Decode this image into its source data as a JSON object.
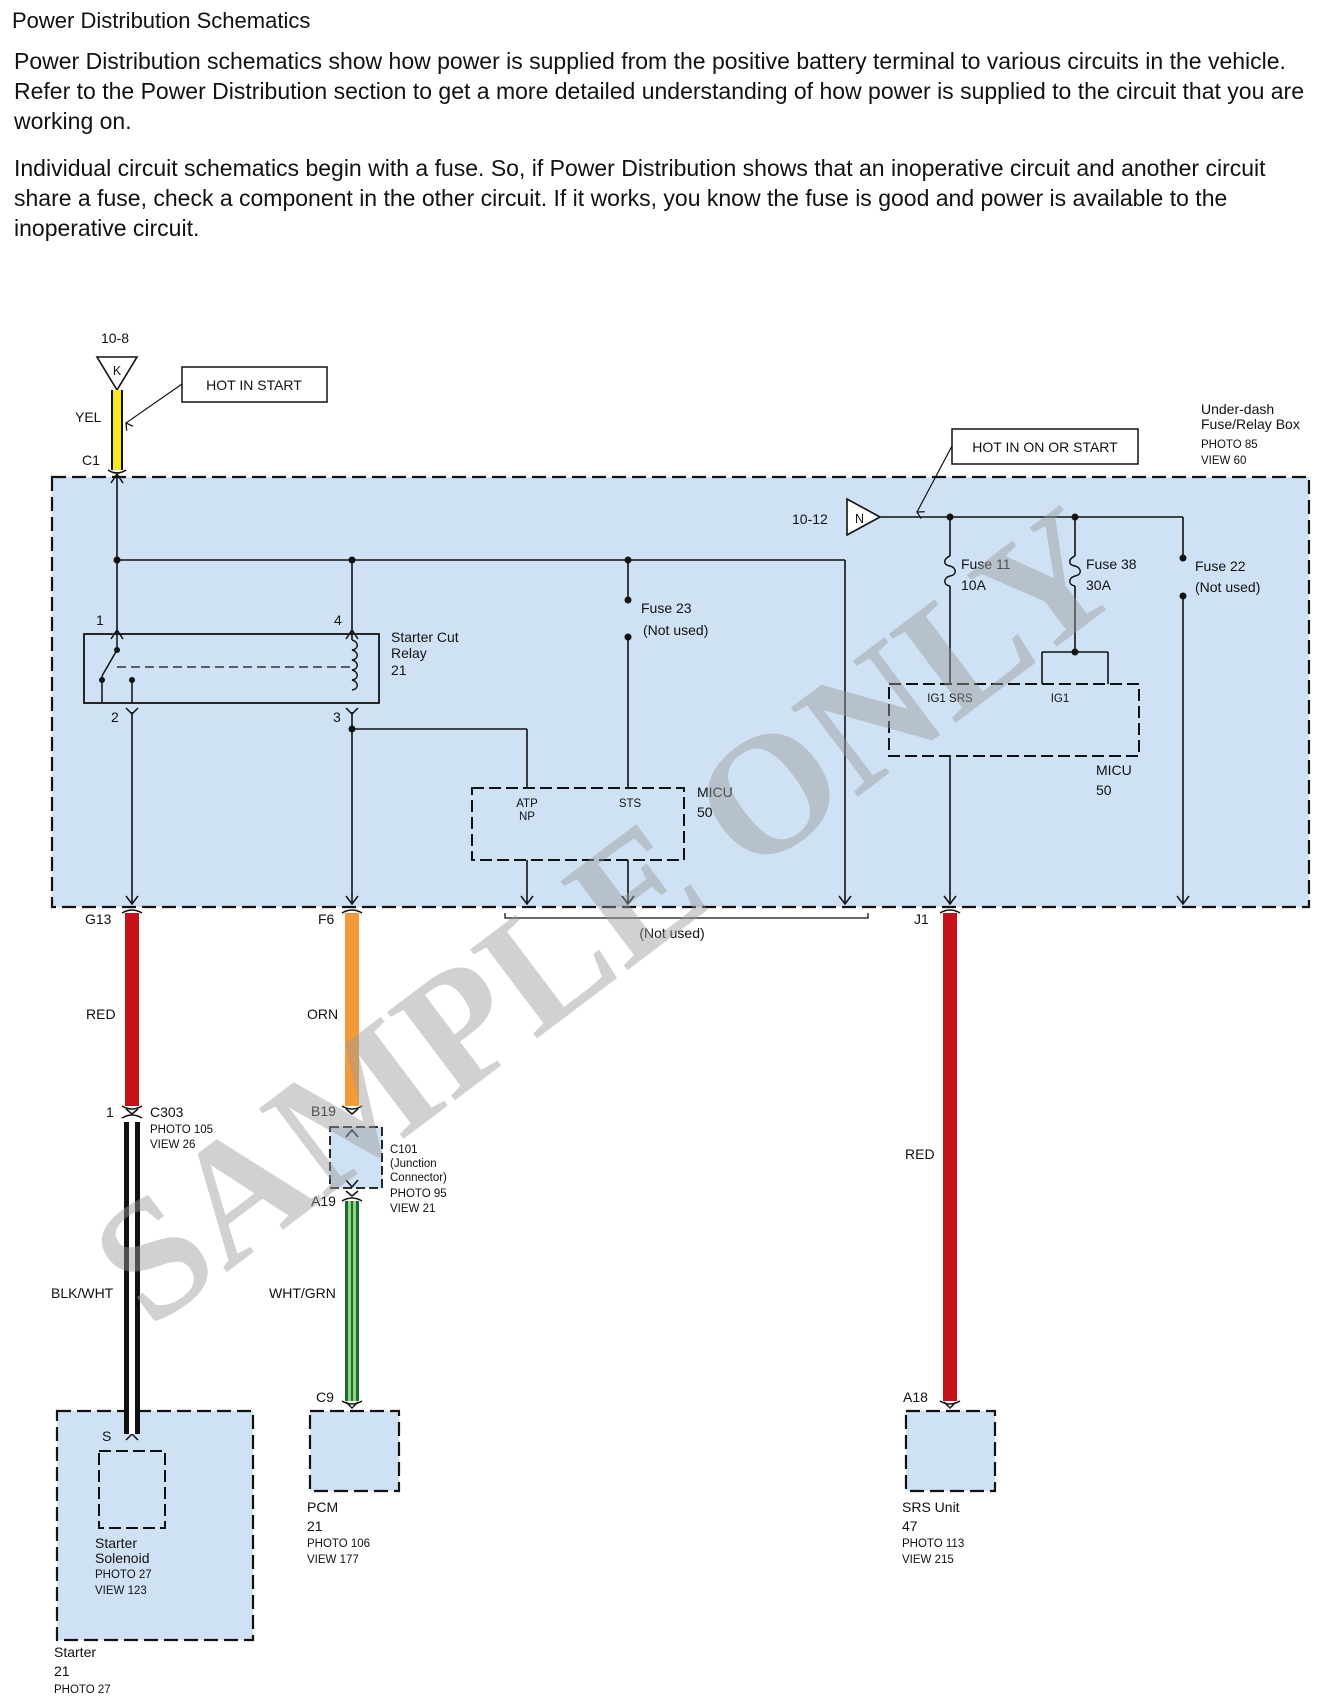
{
  "header": {
    "title": "Power Distribution Schematics",
    "paragraph1": "Power Distribution schematics show how power is supplied from the positive battery terminal to various circuits in the vehicle. Refer to the Power Distribution section to get a more detailed understanding of how power is supplied to the circuit that you are working on.",
    "paragraph2": "Individual circuit schematics begin with a fuse. So, if Power Distribution shows that an inoperative circuit and another circuit share a fuse, check a component in the other circuit. If it works, you know the fuse is good and power is available to the inoperative circuit."
  },
  "colors": {
    "box_fill": "#cfe2f5",
    "wire_yellow": "#f4e81e",
    "wire_red": "#c8101a",
    "wire_orange": "#f59a3a",
    "wire_green": "#2e9a3a",
    "wire_black": "#111111",
    "watermark": "#9a9a9a"
  },
  "diagram": {
    "watermark": "SAMPLE ONLY",
    "top_input": {
      "ref": "10-8",
      "letter": "K",
      "wire": "YEL",
      "connector": "C1",
      "callout": "HOT IN START"
    },
    "n_input": {
      "ref": "10-12",
      "letter": "N",
      "callout": "HOT IN ON OR START"
    },
    "fuse_box": {
      "line1": "Under-dash",
      "line2": "Fuse/Relay Box",
      "photo": "PHOTO 85",
      "view": "VIEW 60"
    },
    "relay": {
      "line1": "Starter Cut",
      "line2": "Relay",
      "num": "21",
      "pin1": "1",
      "pin2": "2",
      "pin3": "3",
      "pin4": "4"
    },
    "fuse23": {
      "name": "Fuse 23",
      "note": "(Not used)"
    },
    "fuse11": {
      "name": "Fuse 11",
      "rating": "10A"
    },
    "fuse38": {
      "name": "Fuse 38",
      "rating": "30A"
    },
    "fuse22": {
      "name": "Fuse 22",
      "note": "(Not used)"
    },
    "micu_left": {
      "name": "MICU",
      "num": "50",
      "pin_atp_1": "ATP",
      "pin_atp_2": "NP",
      "pin_sts": "STS"
    },
    "micu_right": {
      "name": "MICU",
      "num": "50",
      "pin_ig1srs": "IG1 SRS",
      "pin_ig1": "IG1"
    },
    "bottom_pins": {
      "g13": "G13",
      "f6": "F6",
      "j1": "J1",
      "not_used": "(Not used)"
    },
    "wires": {
      "red_left": "RED",
      "orn": "ORN",
      "red_right": "RED",
      "blkwht": "BLK/WHT",
      "whtgrn": "WHT/GRN"
    },
    "c303": {
      "pin": "1",
      "name": "C303",
      "photo": "PHOTO 105",
      "view": "VIEW 26"
    },
    "c101": {
      "pin_top": "B19",
      "pin_bottom": "A19",
      "name": "C101",
      "line2": "(Junction",
      "line3": "Connector)",
      "photo": "PHOTO 95",
      "view": "VIEW 21"
    },
    "starter": {
      "pin": "S",
      "sol1": "Starter",
      "sol2": "Solenoid",
      "sol_photo": "PHOTO 27",
      "sol_view": "VIEW 123",
      "name": "Starter",
      "num": "21",
      "photo": "PHOTO 27"
    },
    "pcm": {
      "pin": "C9",
      "name": "PCM",
      "num": "21",
      "photo": "PHOTO 106",
      "view": "VIEW 177"
    },
    "srs": {
      "pin": "A18",
      "name": "SRS Unit",
      "num": "47",
      "photo": "PHOTO 113",
      "view": "VIEW 215"
    }
  }
}
